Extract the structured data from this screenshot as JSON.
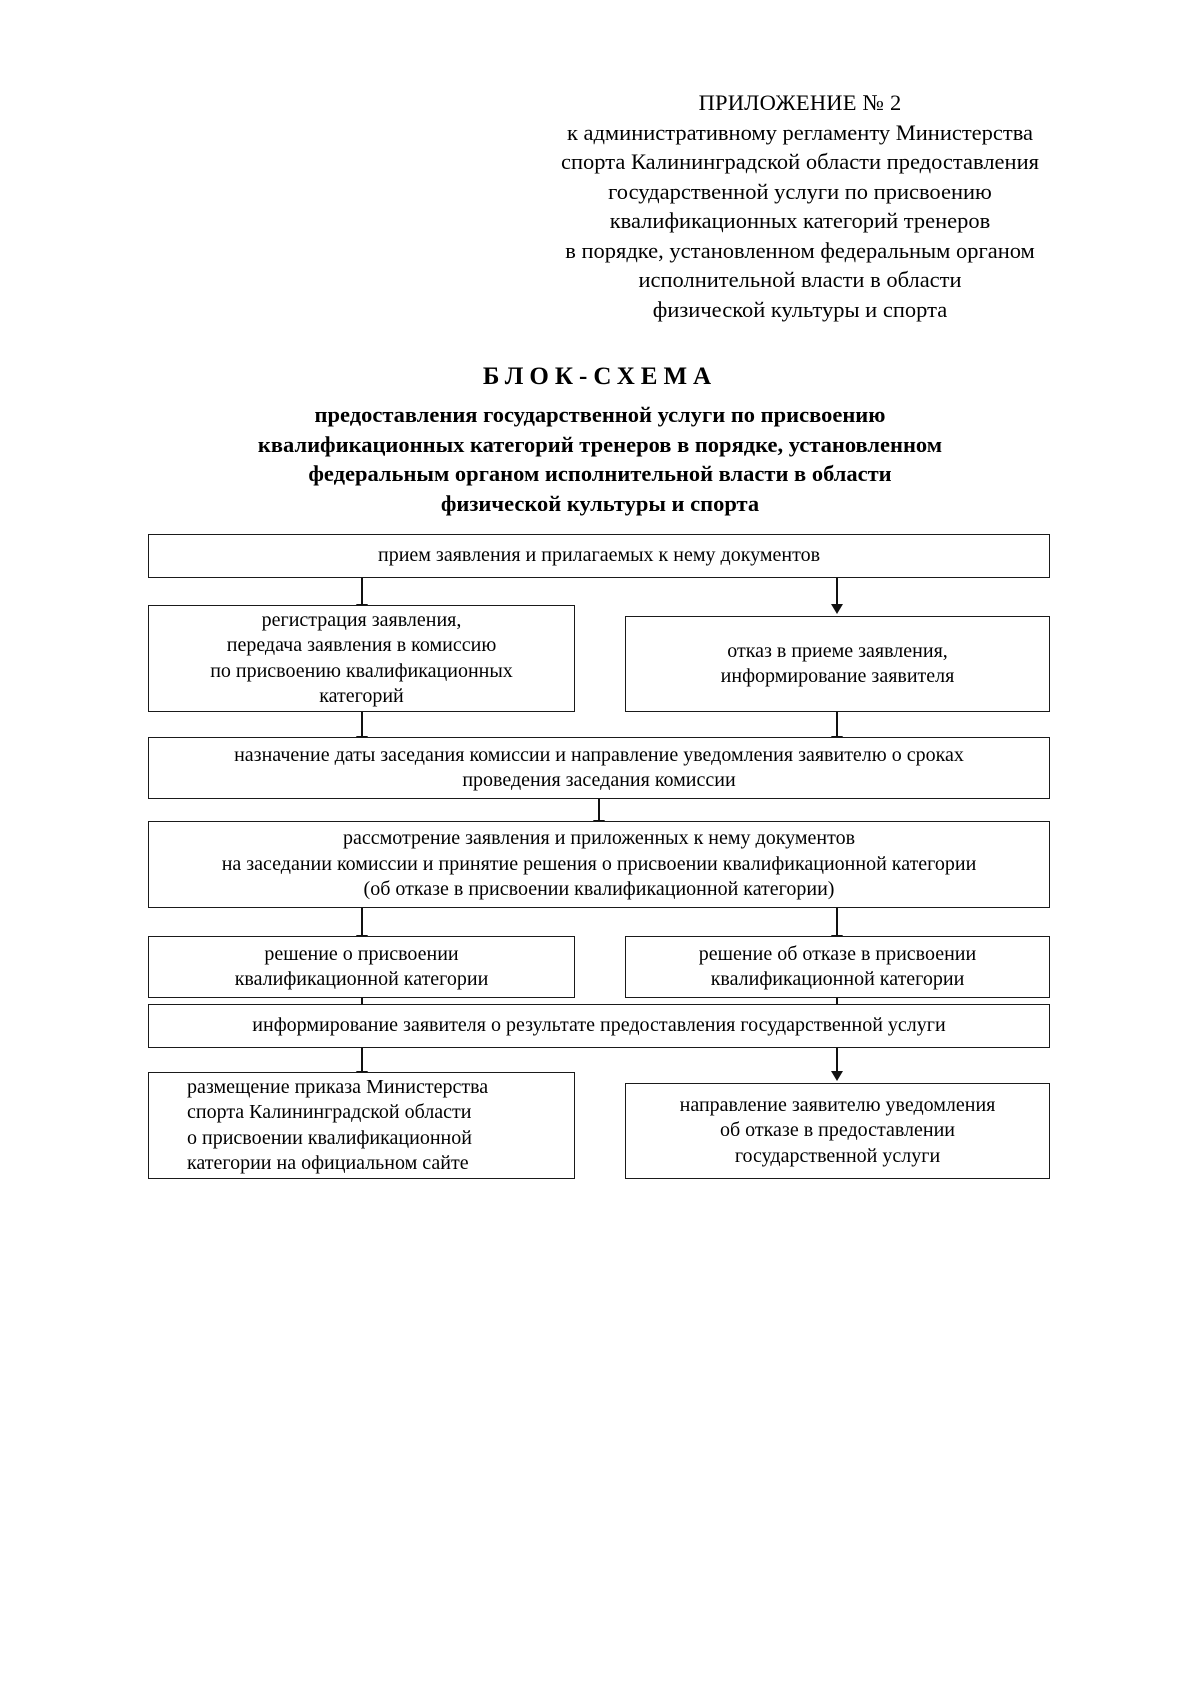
{
  "document": {
    "appendix_header": [
      "ПРИЛОЖЕНИЕ № 2",
      "к административному регламенту Министерства",
      "спорта Калининградской области предоставления",
      "государственной услуги по присвоению",
      "квалификационных категорий тренеров",
      "в порядке, установленном федеральным органом",
      "исполнительной власти в области",
      "физической культуры и спорта"
    ],
    "title": {
      "main": "БЛОК-СХЕМА",
      "subtitle": [
        "предоставления государственной услуги по присвоению",
        "квалификационных категорий тренеров в порядке, установленном",
        "федеральным органом исполнительной власти в области",
        "физической культуры и спорта"
      ]
    }
  },
  "chart_data": {
    "type": "diagram",
    "title": "БЛОК-СХЕМА предоставления государственной услуги по присвоению квалификационных категорий тренеров",
    "nodes": [
      {
        "id": "n1",
        "lines": [
          "прием заявления и прилагаемых к нему документов"
        ]
      },
      {
        "id": "n2",
        "lines": [
          "регистрация заявления,",
          "передача заявления в комиссию",
          "по присвоению квалификационных",
          "категорий"
        ]
      },
      {
        "id": "n3",
        "lines": [
          "отказ в приеме заявления,",
          "информирование заявителя"
        ]
      },
      {
        "id": "n4",
        "lines": [
          "назначение даты заседания комиссии и направление уведомления заявителю о сроках",
          "проведения заседания комиссии"
        ]
      },
      {
        "id": "n5",
        "lines": [
          "рассмотрение заявления и приложенных к нему документов",
          "на заседании комиссии и принятие решения о присвоении квалификационной категории",
          "(об отказе в присвоении квалификационной категории)"
        ]
      },
      {
        "id": "n6",
        "lines": [
          "решение о присвоении",
          "квалификационной категории"
        ]
      },
      {
        "id": "n7",
        "lines": [
          "решение об отказе в присвоении",
          "квалификационной категории"
        ]
      },
      {
        "id": "n8",
        "lines": [
          "информирование заявителя о результате предоставления государственной услуги"
        ]
      },
      {
        "id": "n9",
        "lines": [
          "размещение приказа Министерства",
          "спорта Калининградской области",
          "о присвоении квалификационной",
          "категории на официальном сайте"
        ]
      },
      {
        "id": "n10",
        "lines": [
          "направление заявителю уведомления",
          "об отказе в предоставлении",
          "государственной услуги"
        ]
      }
    ],
    "edges": [
      {
        "from": "n1",
        "to": "n2"
      },
      {
        "from": "n1",
        "to": "n3"
      },
      {
        "from": "n2",
        "to": "n4"
      },
      {
        "from": "n3",
        "to": "n4"
      },
      {
        "from": "n4",
        "to": "n5"
      },
      {
        "from": "n5",
        "to": "n6"
      },
      {
        "from": "n5",
        "to": "n7"
      },
      {
        "from": "n6",
        "to": "n8"
      },
      {
        "from": "n7",
        "to": "n8"
      },
      {
        "from": "n8",
        "to": "n9"
      },
      {
        "from": "n8",
        "to": "n10"
      }
    ],
    "colors": {
      "box_border": "#1a1a1a",
      "arrow": "#111111",
      "background": "#ffffff",
      "text": "#000000"
    }
  }
}
